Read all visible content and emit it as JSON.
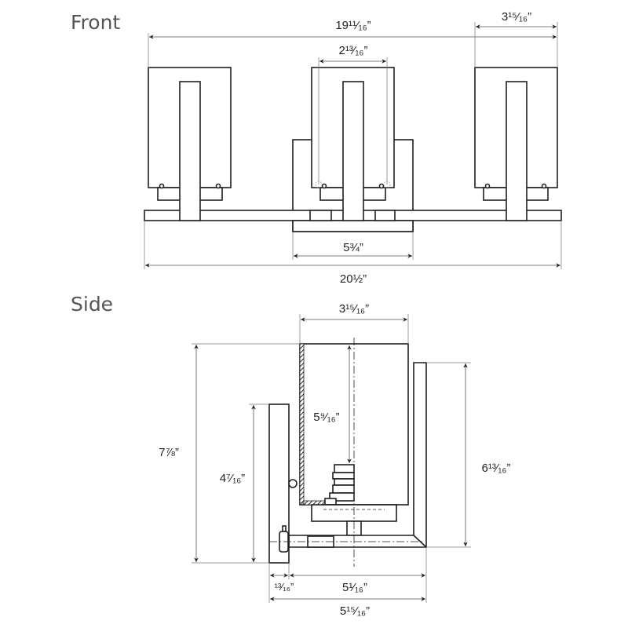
{
  "front": {
    "title": "Front",
    "dims": {
      "overall_shade_span": "19¹¹⁄₁₆”",
      "shade_width": "3¹⁵⁄₁₆”",
      "holder_width": "2¹³⁄₁₆”",
      "backplate_width": "5¾”",
      "overall_width": "20½”"
    }
  },
  "side": {
    "title": "Side",
    "dims": {
      "shade_depth": "3¹⁵⁄₁₆”",
      "overall_height": "7⅞”",
      "backplate_height": "4⁷⁄₁₆”",
      "shade_height": "5⁹⁄₁₆”",
      "arm_height": "6¹³⁄₁₆”",
      "backplate_depth": "¹³⁄₁₆”",
      "arm_extension": "5¹⁄₁₆”",
      "overall_extension": "5¹⁵⁄₁₆”"
    }
  },
  "colors": {
    "line": "#231f20",
    "title": "#555555"
  }
}
